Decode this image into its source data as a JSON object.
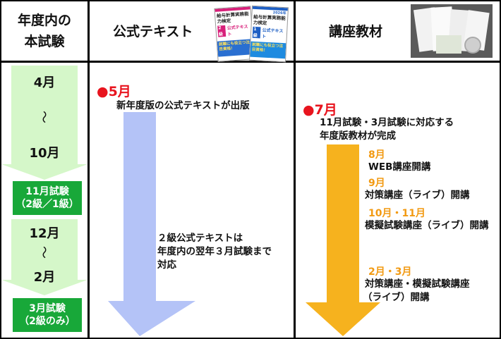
{
  "header": {
    "left_line1": "年度内の",
    "left_line2": "本試験",
    "mid": "公式テキスト",
    "right": "講座教材"
  },
  "timeline": {
    "period1_start": "4月",
    "period1_tilde": "〜",
    "period1_end": "10月",
    "exam1_line1": "11月試験",
    "exam1_line2": "（2級／1級）",
    "period2_start": "12月",
    "period2_tilde": "〜",
    "period2_end": "2月",
    "exam2_line1": "3月試験",
    "exam2_line2": "（2級のみ）"
  },
  "books": {
    "book1_title": "給与計算実務能力検定",
    "book1_grade": "2級",
    "book1_sub": "公式テキスト",
    "book1_band": "就職にも役立つ注目資格！",
    "book2_year": "2026年",
    "book2_title": "給与計算実務能力検定",
    "book2_grade": "1級",
    "book2_sub": "公式テキスト",
    "book2_band": "就職にも役立つ注目資格！"
  },
  "text_col": {
    "marker": "●5月",
    "release": "新年度版の公式テキストが出版",
    "note_line1": "２級公式テキストは",
    "note_line2": "年度内の翌年３月試験まで",
    "note_line3": "対応"
  },
  "course_col": {
    "marker": "●7月",
    "complete_line1": "11月試験・3月試験に対応する",
    "complete_line2": "年度版教材が完成",
    "m1": "8月",
    "m1_desc": "WEB講座開講",
    "m2": "9月",
    "m2_desc": "対策講座（ライブ）開講",
    "m3": "10月・11月",
    "m3_desc": "模擬試験講座（ライブ）開講",
    "m4": "2月・3月",
    "m4_desc_line1": "対策講座・模擬試験講座",
    "m4_desc_line2": "（ライブ）開講"
  },
  "colors": {
    "red": "#e8141e",
    "orange": "#f29a12",
    "green": "#18a839",
    "light_green": "#d5f7c9",
    "blue_arrow": "#b4c3f7",
    "orange_arrow": "#f6b21e"
  }
}
